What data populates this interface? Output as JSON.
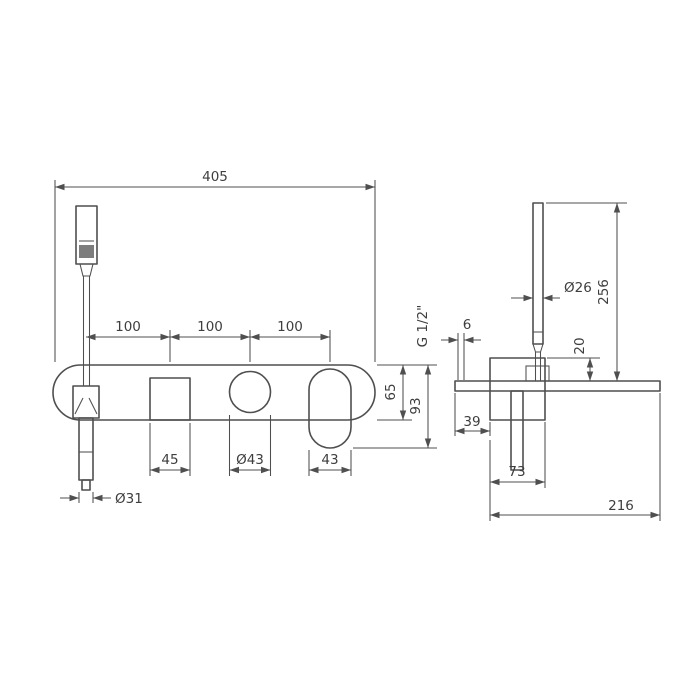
{
  "page": {
    "background": "#ffffff",
    "line_color": "#4f4f4f",
    "text_color": "#3e3e3e",
    "drawing_type": "bath-mixer-technical-drawing"
  },
  "front_view": {
    "dims": {
      "overall_width": "405",
      "spacing": [
        "100",
        "100",
        "100"
      ],
      "body_height": "65",
      "overall_height": "93",
      "lever_width": "45",
      "knob_diameter": "Ø43",
      "control_width": "43",
      "handle_diameter": "Ø31"
    }
  },
  "side_view": {
    "dims": {
      "shower_diameter": "Ø26",
      "height_above_body": "256",
      "connection_thread": "G 1/2\"",
      "plate_thickness": "6",
      "holder_offset": "20",
      "recess_depth": "39",
      "plate_width": "73",
      "overall_depth": "216"
    }
  }
}
